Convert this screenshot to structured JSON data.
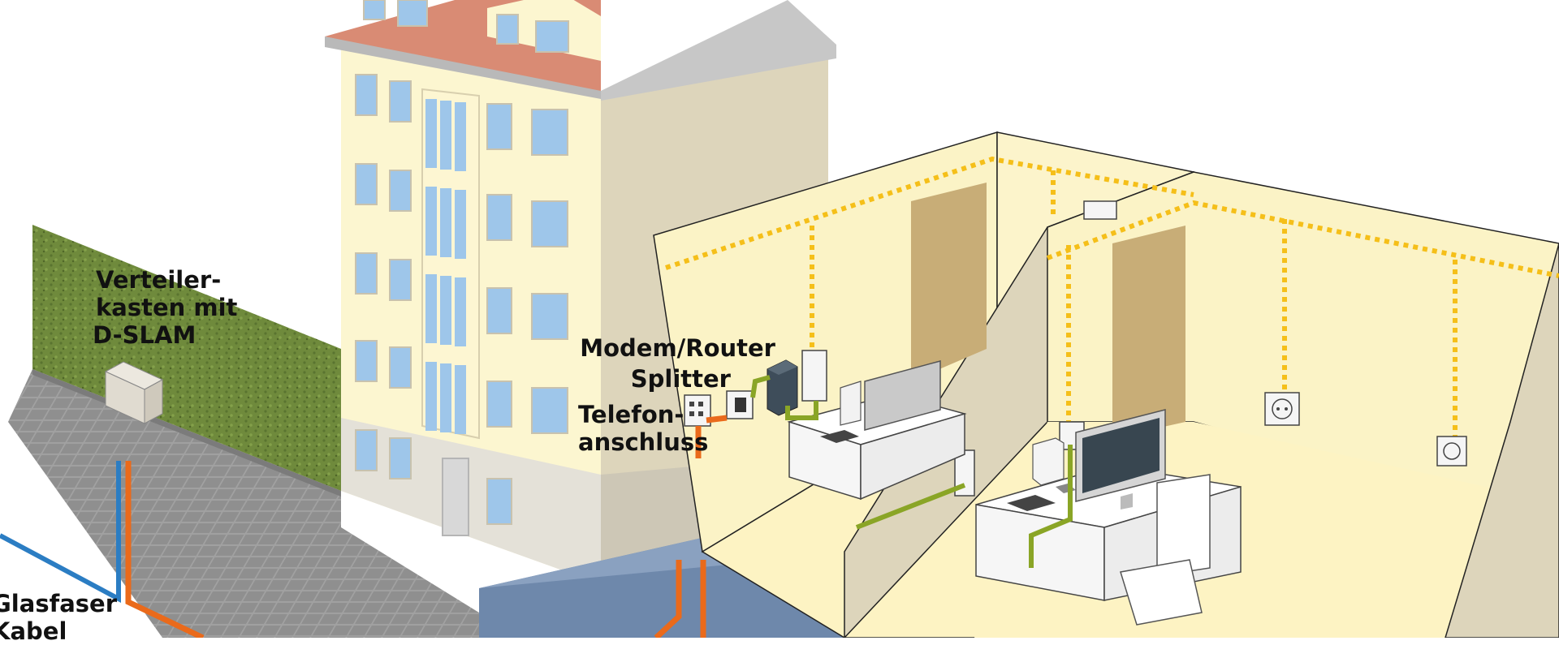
{
  "labels": {
    "verteiler_line1": "Verteiler-",
    "verteiler_line2": "kasten mit",
    "verteiler_line3": "D-SLAM",
    "modem_router": "Modem/Router",
    "splitter": "Splitter",
    "telefon_line1": "Telefon-",
    "telefon_line2": "anschluss",
    "glasfaser_line1": "Glasfaser",
    "glasfaser_line2": "Kabel"
  },
  "colors": {
    "facade": "#fcf6d0",
    "facade_side": "#ddd5bb",
    "roof": "#d98b74",
    "window": "#9ec6ea",
    "grass": "#6f8a3c",
    "sidewalk": "#9b9b9b",
    "fiber_cable": "#2b7dc3",
    "copper_cable": "#ea6a1b",
    "lan_cable": "#8aa526",
    "power_line": "#f5bf19",
    "room_wall": "#fbf3c6",
    "door": "#c8ad77",
    "basement": "#6e88ab"
  },
  "icons": [
    "distribution-box-icon",
    "router-icon",
    "splitter-icon",
    "phone-socket-icon",
    "powerline-adapter-icon",
    "power-outlet-icon",
    "monitor-icon",
    "desk-icon"
  ]
}
